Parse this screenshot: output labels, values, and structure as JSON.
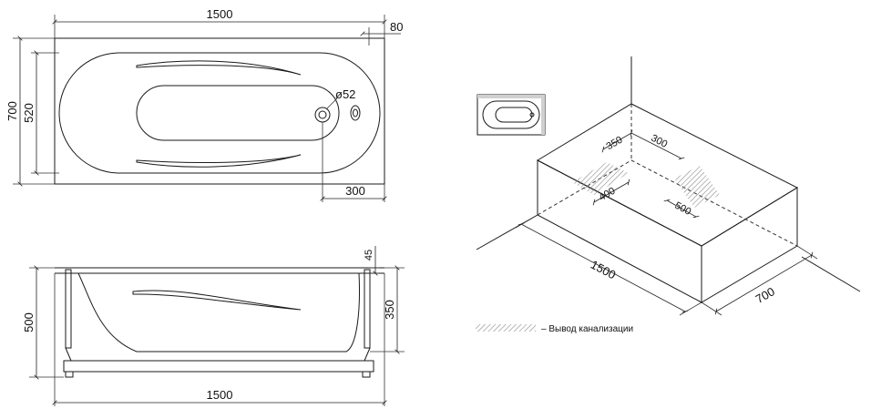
{
  "top_view": {
    "length": "1500",
    "rim_offset": "80",
    "total_width": "700",
    "inner_width": "520",
    "drain_diameter": "ø52",
    "drain_distance": "300"
  },
  "side_view": {
    "rim_height": "45",
    "total_height": "500",
    "inner_depth": "350",
    "length": "1500"
  },
  "iso_view": {
    "length": "1500",
    "width": "700",
    "zone_a_x": "350",
    "zone_b_x": "300",
    "zone_a_depth": "400",
    "zone_b_width": "500"
  },
  "legend": {
    "label": "– Вывод канализации"
  },
  "colors": {
    "line": "#1a1a1a",
    "hatch": "#999999"
  }
}
